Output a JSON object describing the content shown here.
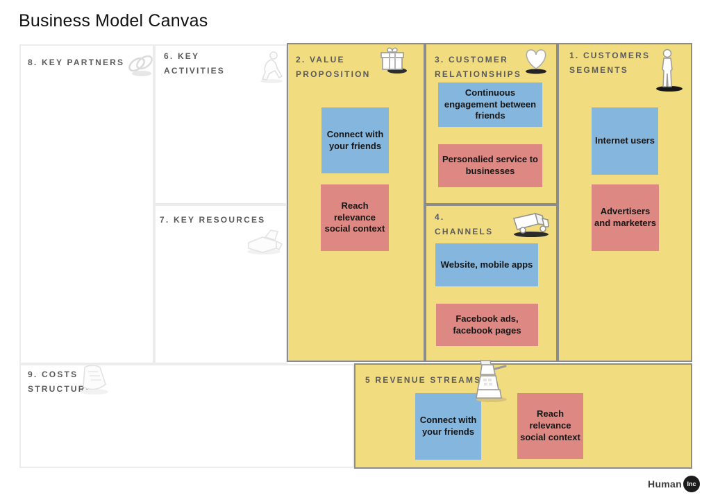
{
  "title": "Business Model Canvas",
  "colors": {
    "yellow": "#F2DC80",
    "blue": "#85B6DE",
    "red": "#DD8883",
    "header_text": "#5A5A5A",
    "note_text": "#161616",
    "border_dark": "#8C8C8C",
    "border_light": "#ECECEC"
  },
  "sections": {
    "customer_segments": {
      "label": "1. CUSTOMERS\nSEGMENTS",
      "icon": "person-icon"
    },
    "value_proposition": {
      "label": "2. VALUE\nPROPOSITION",
      "icon": "gift-icon"
    },
    "customer_relationships": {
      "label": "3. CUSTOMER\nRELATIONSHIPS",
      "icon": "heart-icon"
    },
    "channels": {
      "label": "4.\nCHANNELS",
      "icon": "truck-icon"
    },
    "revenue_streams": {
      "label": "5 REVENUE STREAMS",
      "icon": "cash-register-icon"
    },
    "key_activities": {
      "label": "6. KEY\nACTIVITIES",
      "icon": "worker-icon"
    },
    "key_resources": {
      "label": "7. KEY RESOURCES",
      "icon": "machine-icon"
    },
    "key_partners": {
      "label": "8. KEY PARTNERS",
      "icon": "rings-icon"
    },
    "costs_structure": {
      "label": "9. COSTS\nSTRUCTURE",
      "icon": "receipt-icon"
    }
  },
  "notes": {
    "vp_connect": {
      "text": "Connect with your friends",
      "color": "blue"
    },
    "vp_reach": {
      "text": "Reach relevance social context",
      "color": "red"
    },
    "cr_engagement": {
      "text": "Continuous engagement between friends",
      "color": "blue"
    },
    "cr_personalied": {
      "text": "Personalied service to businesses",
      "color": "red"
    },
    "ch_website": {
      "text": "Website, mobile apps",
      "color": "blue"
    },
    "ch_facebook": {
      "text": "Facebook ads, facebook pages",
      "color": "red"
    },
    "cs_internet": {
      "text": "Internet users",
      "color": "blue"
    },
    "cs_advertisers": {
      "text": "Advertisers and marketers",
      "color": "red"
    },
    "rs_connect": {
      "text": "Connect with your friends",
      "color": "blue"
    },
    "rs_reach": {
      "text": "Reach relevance social context",
      "color": "red"
    }
  },
  "logo": {
    "text": "Human",
    "badge": "Inc"
  }
}
